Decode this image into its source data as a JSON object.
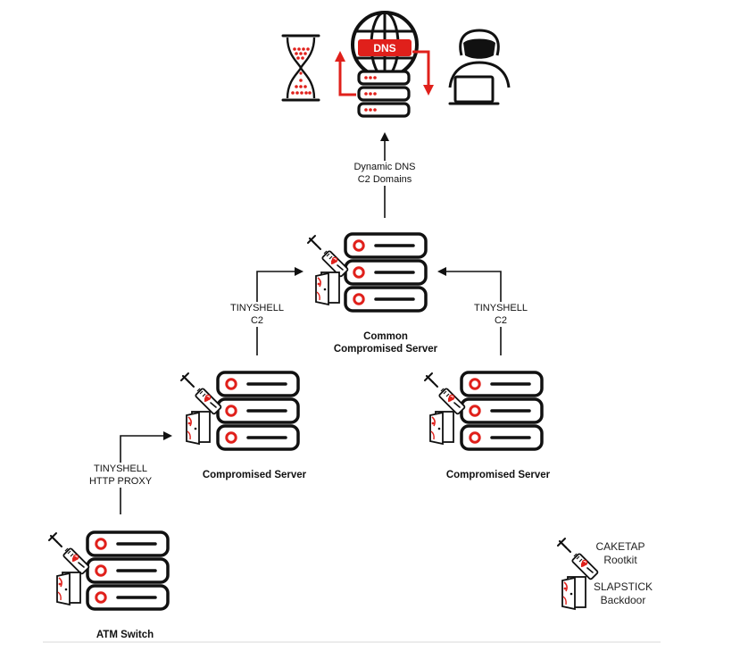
{
  "dns": {
    "label": "DNS"
  },
  "edges": {
    "dynamic_dns": {
      "line1": "Dynamic DNS",
      "line2": "C2 Domains"
    },
    "tinyshell_left": {
      "line1": "TINYSHELL",
      "line2": "C2"
    },
    "tinyshell_right": {
      "line1": "TINYSHELL",
      "line2": "C2"
    },
    "tinyshell_proxy": {
      "line1": "TINYSHELL",
      "line2": "HTTP PROXY"
    }
  },
  "nodes": {
    "common_server": {
      "line1": "Common",
      "line2": "Compromised Server"
    },
    "compromised_left": {
      "label": "Compromised Server"
    },
    "compromised_right": {
      "label": "Compromised Server"
    },
    "atm_switch": {
      "label": "ATM Switch"
    }
  },
  "legend": {
    "caketap": {
      "line1": "CAKETAP",
      "line2": "Rootkit",
      "icon": "syringe-icon"
    },
    "slapstick": {
      "line1": "SLAPSTICK",
      "line2": "Backdoor",
      "icon": "door-icon"
    }
  },
  "colors": {
    "accent": "#e0201b",
    "line": "#111111"
  }
}
